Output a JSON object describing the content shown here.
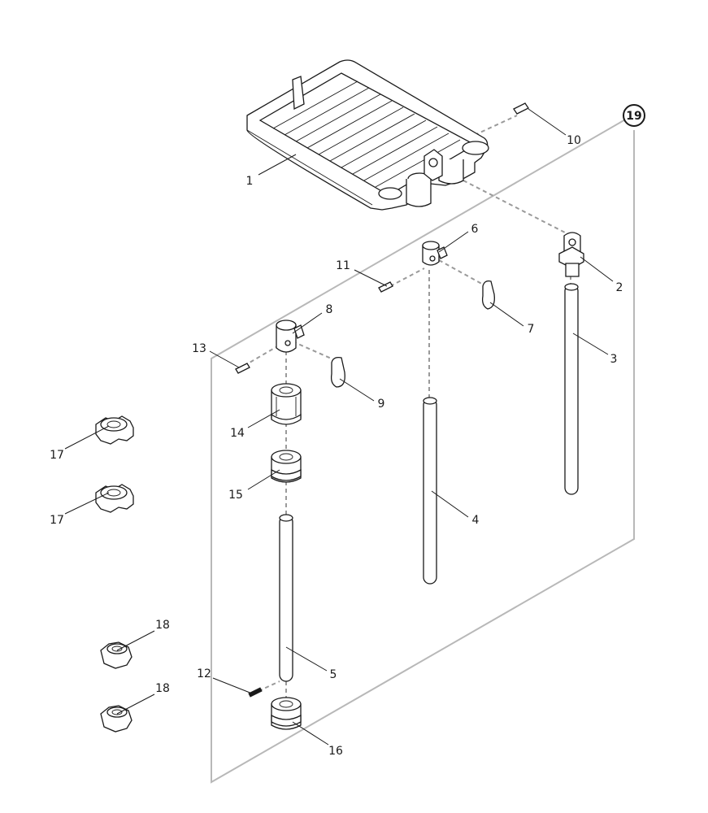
{
  "assembly_number": "19",
  "callouts": {
    "c1": "1",
    "c2": "2",
    "c3": "3",
    "c4": "4",
    "c5": "5",
    "c6": "6",
    "c7": "7",
    "c8": "8",
    "c9": "9",
    "c10": "10",
    "c11": "11",
    "c12": "12",
    "c13": "13",
    "c14": "14",
    "c15": "15",
    "c16": "16",
    "c17a": "17",
    "c17b": "17",
    "c18a": "18",
    "c18b": "18"
  }
}
